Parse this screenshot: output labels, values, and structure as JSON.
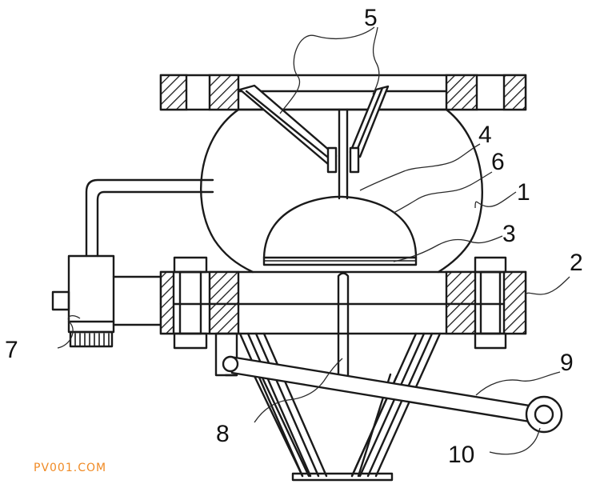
{
  "labels": {
    "l1": "1",
    "l2": "2",
    "l3": "3",
    "l4": "4",
    "l5": "5",
    "l6": "6",
    "l7": "7",
    "l8": "8",
    "l9": "9",
    "l10": "10"
  },
  "watermark": "PV001.COM",
  "colors": {
    "line": "#1a1a1a",
    "watermark": "#f08a24",
    "background": "#ffffff"
  }
}
